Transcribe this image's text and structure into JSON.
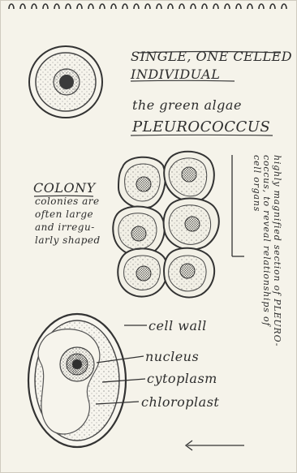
{
  "title": {
    "line1": "SINGLE, ONE CELLED",
    "line2": "INDIVIDUAL"
  },
  "species": {
    "line1": "the green algae",
    "line2": "PLEUROCOCCUS"
  },
  "colony": {
    "heading": "COLONY",
    "desc1": "colonies are",
    "desc2": "often large",
    "desc3": "and irregu-",
    "desc4": "larly shaped"
  },
  "labels": {
    "cell_wall": "cell wall",
    "nucleus": "nucleus",
    "cytoplasm": "cytoplasm",
    "chloroplast": "chloroplast"
  },
  "side_note": {
    "line1": "highly magnified section of PLEURO-",
    "line2": "coccus, to reveal relationships of",
    "line3": "cell organs"
  }
}
